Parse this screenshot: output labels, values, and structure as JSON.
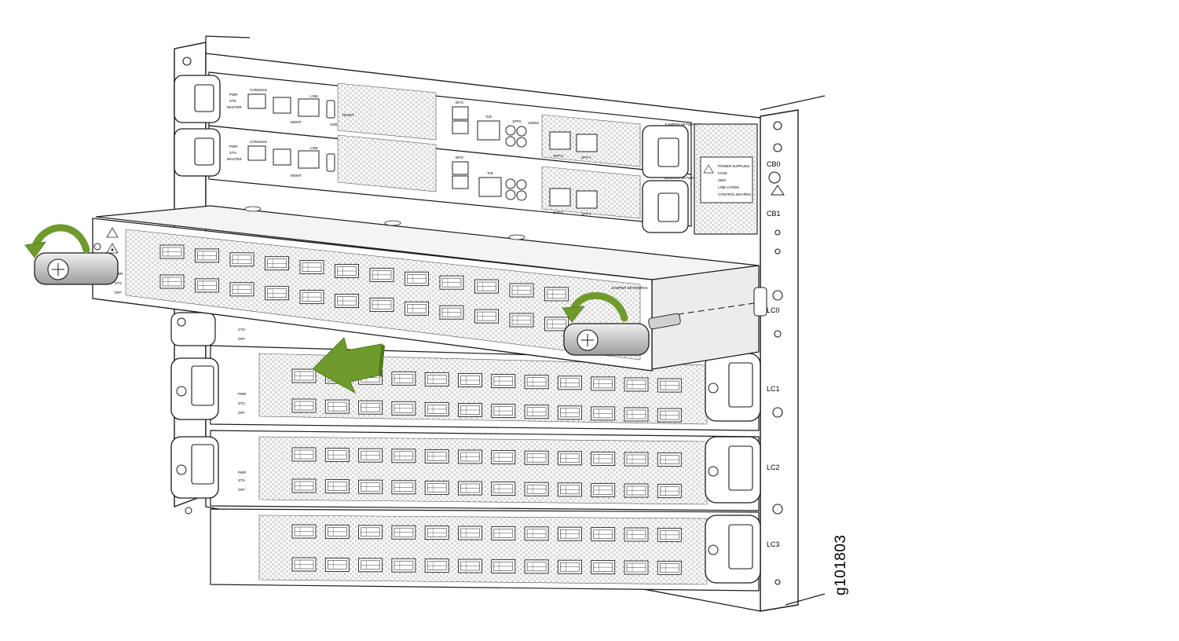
{
  "figure_id": "g101803",
  "slot_labels": {
    "cb0": "CB0",
    "cb1": "CB1",
    "lc0": "LC0",
    "lc1": "LC1",
    "lc2": "LC2",
    "lc3": "LC3"
  },
  "status_panel": {
    "items": [
      "POWER SUPPLIES",
      "FANS",
      "SIBS",
      "LINE CARDS",
      "CONTROL BOARDS"
    ]
  },
  "line_card_leds": [
    "PWR",
    "STS",
    "OFF"
  ],
  "control_board_leds": [
    "PWR",
    "STS",
    "MASTER"
  ],
  "port_labels": {
    "console": "CONSOLE",
    "mgmt": "MGMT",
    "link": "LINK",
    "usb": "USB",
    "reset": "RESET",
    "bits": "BITS",
    "tod": "ToD",
    "pps": "1PPS",
    "mhz": "10MHz",
    "sfp0": "SFP-0",
    "sfp1": "SFP-1"
  },
  "brand": "JUNIPER NETWORKS",
  "colors": {
    "arrow_green": "#6f9b2d",
    "arrow_green_dark": "#4e7a1a",
    "line": "#1a1a1a",
    "panel_fill": "#f3f3f3",
    "grille": "#b5b5b5"
  },
  "icons": [
    "rotate-arrow-icon",
    "slide-out-arrow-icon",
    "ejector-handle-icon",
    "warning-icon",
    "laser-icon"
  ]
}
